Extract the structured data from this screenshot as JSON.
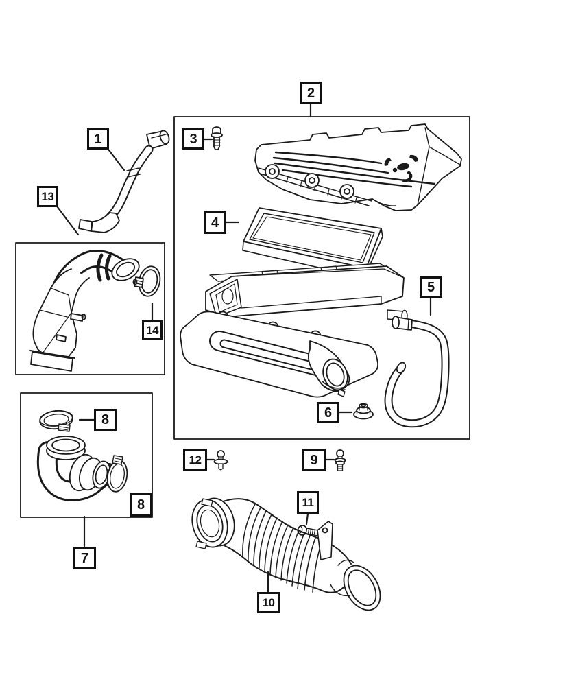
{
  "diagram": {
    "kind_note": "exploded parts diagram",
    "colors": {
      "line": "#1a1a1a",
      "background": "#ffffff"
    },
    "callouts": {
      "c1": "1",
      "c2": "2",
      "c3": "3",
      "c4": "4",
      "c5": "5",
      "c6": "6",
      "c7": "7",
      "c8a": "8",
      "c8b": "8",
      "c9": "9",
      "c10": "10",
      "c11": "11",
      "c12": "12",
      "c13": "13",
      "c14": "14"
    }
  }
}
